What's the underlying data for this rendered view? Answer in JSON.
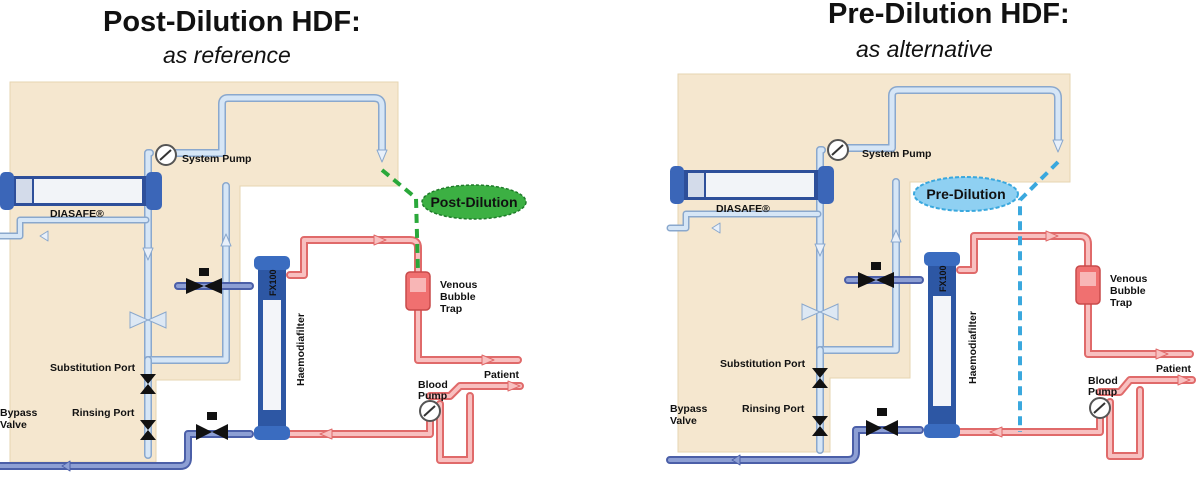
{
  "diagrams": [
    {
      "title": "Post-Dilution HDF:",
      "subtitle": "as reference",
      "labels": {
        "system_pump": "System Pump",
        "diasafe": "DIASAFE®",
        "dilution": "Post-Dilution",
        "venous_l1": "Venous",
        "venous_l2": "Bubble",
        "venous_l3": "Trap",
        "haemodiafilter": "Haemodiafilter",
        "substitution_port": "Substitution Port",
        "rinsing_port": "Rinsing Port",
        "bypass_l1": "Bypass",
        "bypass_l2": "Valve",
        "blood_pump_l1": "Blood",
        "blood_pump_l2": "Pump",
        "patient": "Patient",
        "filter_brand": "FX100"
      },
      "colors": {
        "dilution_line": "#2aa83a",
        "dilution_bubble": "#3cb043"
      }
    },
    {
      "title": "Pre-Dilution HDF:",
      "subtitle": "as alternative",
      "labels": {
        "system_pump": "System Pump",
        "diasafe": "DIASAFE®",
        "dilution": "Pre-Dilution",
        "venous_l1": "Venous",
        "venous_l2": "Bubble",
        "venous_l3": "Trap",
        "haemodiafilter": "Haemodiafilter",
        "substitution_port": "Substitution Port",
        "rinsing_port": "Rinsing Port",
        "bypass_l1": "Bypass",
        "bypass_l2": "Valve",
        "blood_pump_l1": "Blood",
        "blood_pump_l2": "Pump",
        "patient": "Patient",
        "filter_brand": "FX100"
      },
      "colors": {
        "dilution_line": "#3aa8de",
        "dilution_bubble": "#8fd0f2"
      }
    }
  ],
  "colors": {
    "machine_panel": "#f5e7cf",
    "fluid_line": "#c4d9ef",
    "fluid_line_dark": "#8aa8cd",
    "blood_line": "#f3a3a3",
    "blood_line_dark": "#e06a6a",
    "venous_line": "#4b5fa8"
  }
}
